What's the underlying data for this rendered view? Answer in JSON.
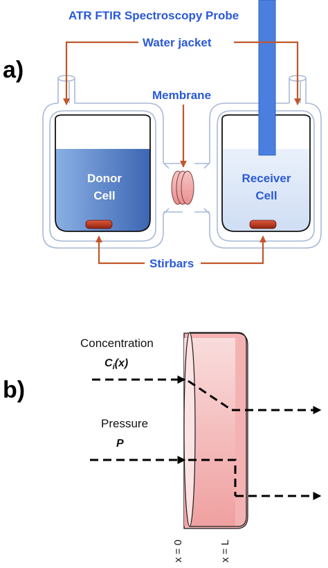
{
  "panel_a": {
    "label": "a)",
    "probe_label": "ATR FTIR Spectroscopy Probe",
    "water_jacket_label": "Water jacket",
    "membrane_label": "Membrane",
    "donor_label_line1": "Donor",
    "donor_label_line2": "Cell",
    "receiver_label_line1": "Receiver",
    "receiver_label_line2": "Cell",
    "stirbars_label": "Stirbars"
  },
  "panel_b": {
    "label": "b)",
    "concentration_label": "Concentration",
    "concentration_symbol_base": "C",
    "concentration_symbol_sub": "i",
    "concentration_symbol_arg": "(x)",
    "pressure_label": "Pressure",
    "pressure_symbol": "P",
    "x0_label": "x = 0",
    "xL_label": "x = L"
  },
  "colors": {
    "label_blue": "#2a59d6",
    "arrow_orange": "#c0562a",
    "probe_blue": "#4a7fe0",
    "jacket_outline": "#a9b9d6",
    "stirbar_red": "#b8361d",
    "membrane_pink": "#f2a5a5"
  }
}
